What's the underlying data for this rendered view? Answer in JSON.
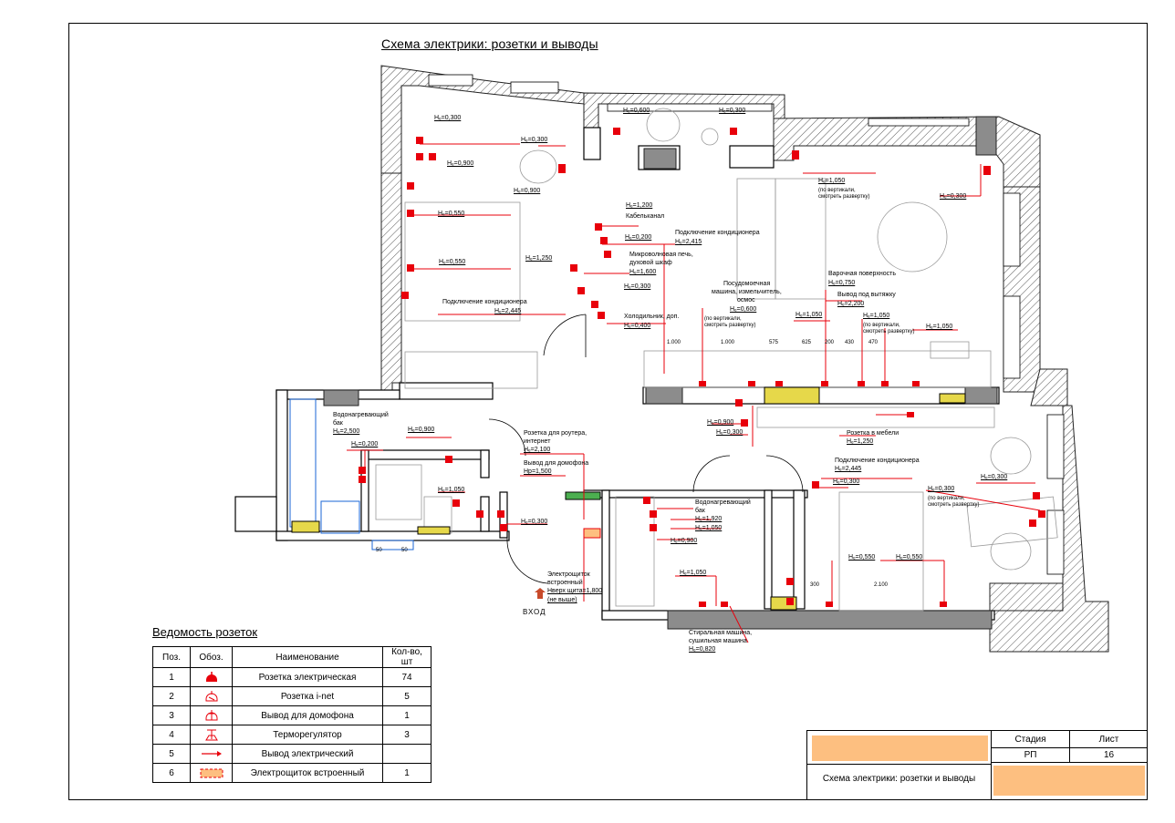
{
  "plan": {
    "title": "Схема электрики: розетки и выводы",
    "entrance": "ВХОД"
  },
  "annotations": {
    "h0300_a": "Hₑ=0,300",
    "h0900_a": "Hₑ=0,900",
    "h0300_b": "Hₑ=0,300",
    "h0900_b": "Hₑ=0,900",
    "h0550_a": "Hₑ=0,550",
    "h0550_b": "Hₑ=0,550",
    "h0300_c": "Hₑ=0,300",
    "h1250_a": "Hₑ=1,250",
    "ac_left": "Подключение кондиционера",
    "ac_left_h": "Hₑ=2,445",
    "h0600": "Hₑ=0,600",
    "h0300_d": "Hₑ=0,300",
    "h1200": "Hₑ=1,200",
    "cable_channel": "Кабельканал",
    "h0200": "Hₑ=0,200",
    "ac_living": "Подключение кондиционера",
    "ac_living_h": "Hₑ=2,415",
    "microwave": "Микроволновая печь,",
    "microwave_2": "духовой шкаф",
    "microwave_h": "Hₑ=1,600",
    "h0300_e": "Hₑ=0,300",
    "fridge": "Холодильник, доп.",
    "fridge_h": "Hₑ=0,400",
    "dishwasher": "Посудомоечная",
    "dishwasher_2": "машина, измельчитель,",
    "dishwasher_3": "осмос",
    "dishwasher_h": "Hₑ=0,600",
    "dishwasher_note": "(по вертикали,",
    "dishwasher_note_2": "смотреть развертку)",
    "h1050_a": "Hₑ=1,050",
    "hob": "Варочная поверхность",
    "hob_h": "Hₑ=0,750",
    "hood": "Вывод под вытяжку",
    "hood_h": "Hₑ=2,200",
    "h1050_b": "Hₑ=1,050",
    "vert_note_a": "(по вертикали,",
    "vert_note_a2": "смотреть развертку)",
    "h1050_c": "Hₑ=1,050",
    "h1050_d": "Hₑ=1,050",
    "vert_note_b": "(по вертикали,",
    "vert_note_b2": "смотреть развертку)",
    "h0300_f": "Hₑ=0,300",
    "h0300_g": "Hₑ=0,300",
    "dim_1000_a": "1.000",
    "dim_1000_b": "1.000",
    "dim_575": "575",
    "dim_625": "625",
    "dim_200": "200",
    "dim_430": "430",
    "dim_470": "470",
    "water_heater_a": "Водонагревающий",
    "water_heater_a2": "бак",
    "water_heater_a_h": "Hₑ=2,500",
    "h0900_c": "Hₑ=0,900",
    "h0200_b": "Hₑ=0,200",
    "h1050_e": "Hₑ=1,050",
    "h0300_h": "Hₑ=0,300",
    "router": "Розетка для роутера,",
    "router_2": "интернет",
    "router_h": "Hₑ=2,100",
    "intercom": "Вывод для домофона",
    "intercom_h": "Hр=1,500",
    "h0900_d": "Hₑ=0,900",
    "h0300_i": "Hₑ=0,300",
    "furniture_socket": "Розетка в мебели",
    "furniture_socket_h": "Hₑ=1,250",
    "ac_bedroom": "Подключение кондиционера",
    "ac_bedroom_h": "Hₑ=2,445",
    "h0300_j": "Hₑ=0,300",
    "h0300_k": "Hₑ=0,300",
    "h0300_l": "Hₑ=0,300",
    "vert_note_c": "(по вертикали,",
    "vert_note_c2": "смотреть развертку)",
    "water_heater_b": "Водонагревающий",
    "water_heater_b2": "бак",
    "water_heater_b_h": "Hₑ=1,920",
    "h1050_f": "Hₑ=1,050",
    "h0900_e": "Hₑ=0,900",
    "h1050_g": "Hₑ=1,050",
    "panel": "Электрощиток",
    "panel_2": "встроенный",
    "panel_h": "Hверх щита=1,800",
    "panel_note": "(не выше)",
    "washer": "Стиральная машина,",
    "washer_2": "сушильная машина",
    "washer_h": "Hₑ=0,820",
    "h0550_c": "Hₑ=0,550",
    "h0550_d": "Hₑ=0,550",
    "dim_2100": "2.100",
    "dim_300": "300",
    "dim_50_a": "50",
    "dim_50_b": "50"
  },
  "legend": {
    "title": "Ведомость розеток",
    "headers": [
      "Поз.",
      "Обоз.",
      "Наименование",
      "Кол-во, шт"
    ],
    "rows": [
      {
        "pos": "1",
        "symbol": "socket-electric-icon",
        "name": "Розетка электрическая",
        "qty": "74"
      },
      {
        "pos": "2",
        "symbol": "socket-inet-icon",
        "name": "Розетка i-net",
        "qty": "5"
      },
      {
        "pos": "3",
        "symbol": "intercom-outlet-icon",
        "name": "Вывод для домофона",
        "qty": "1"
      },
      {
        "pos": "4",
        "symbol": "thermostat-icon",
        "name": "Терморегулятор",
        "qty": "3"
      },
      {
        "pos": "5",
        "symbol": "electric-outlet-arrow-icon",
        "name": "Вывод электрический",
        "qty": ""
      },
      {
        "pos": "6",
        "symbol": "panel-built-in-icon",
        "name": "Электрощиток встроенный",
        "qty": "1"
      }
    ]
  },
  "stamp": {
    "stage_label": "Стадия",
    "sheet_label": "Лист",
    "stage_value": "РП",
    "sheet_value": "16",
    "drawing_name": "Схема электрики: розетки и выводы"
  },
  "colors": {
    "red": "#e8000b",
    "orange": "#fdbf80",
    "wall_gray": "#8c8c8c",
    "blue": "#1a66d6",
    "yellow": "#e6d84a"
  }
}
